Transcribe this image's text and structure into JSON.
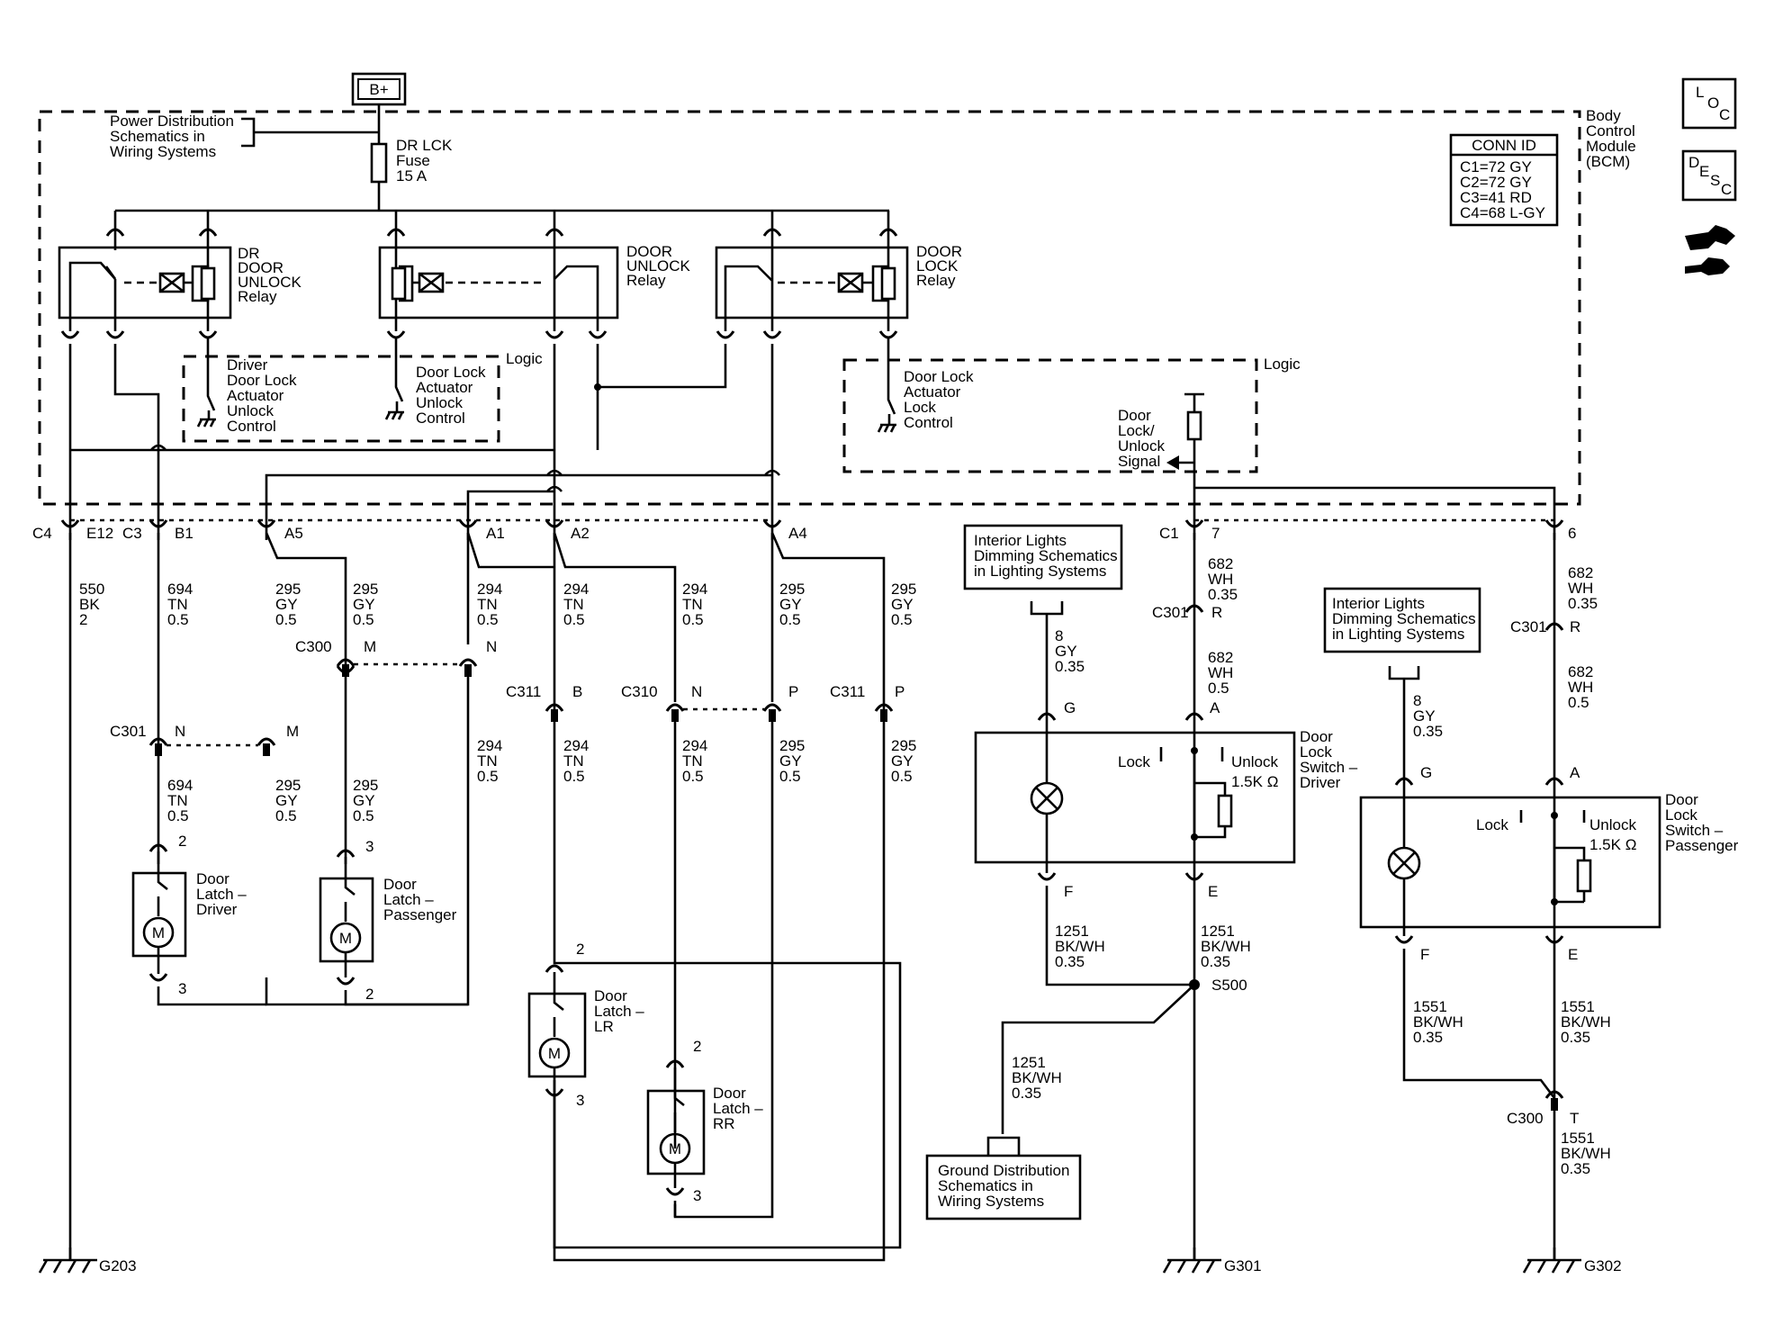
{
  "power": {
    "label": "B+"
  },
  "fuse": {
    "l1": "DR LCK",
    "l2": "Fuse",
    "l3": "15 A"
  },
  "power_ref": {
    "l1": "Power Distribution",
    "l2": "Schematics in",
    "l3": "Wiring Systems"
  },
  "bcm": {
    "l1": "Body",
    "l2": "Control",
    "l3": "Module",
    "l4": "(BCM)"
  },
  "conn_id": {
    "title": "CONN ID",
    "l1": "C1=72 GY",
    "l2": "C2=72 GY",
    "l3": "C3=41 RD",
    "l4": "C4=68 L-GY"
  },
  "icons": {
    "loc_l": "L",
    "loc_o": "O",
    "loc_c": "C",
    "desc_d": "D",
    "desc_e": "E",
    "desc_s": "S",
    "desc_c": "C",
    "repair": "wrench-icon"
  },
  "relays": {
    "dr_unlock": {
      "l1": "DR",
      "l2": "DOOR",
      "l3": "UNLOCK",
      "l4": "Relay"
    },
    "unlock": {
      "l1": "DOOR",
      "l2": "UNLOCK",
      "l3": "Relay"
    },
    "lock": {
      "l1": "DOOR",
      "l2": "LOCK",
      "l3": "Relay"
    }
  },
  "logic": {
    "label": "Logic",
    "driver_ctrl": {
      "l1": "Driver",
      "l2": "Door Lock",
      "l3": "Actuator",
      "l4": "Unlock",
      "l5": "Control"
    },
    "unlock_ctrl": {
      "l1": "Door Lock",
      "l2": "Actuator",
      "l3": "Unlock",
      "l4": "Control"
    },
    "lock_ctrl": {
      "l1": "Door Lock",
      "l2": "Actuator",
      "l3": "Lock",
      "l4": "Control"
    },
    "signal": {
      "l1": "Door",
      "l2": "Lock/",
      "l3": "Unlock",
      "l4": "Signal"
    }
  },
  "connectors": {
    "c4": "C4",
    "e12": "E12",
    "c3": "C3",
    "b1": "B1",
    "a5": "A5",
    "a1": "A1",
    "a2": "A2",
    "a4": "A4",
    "c1": "C1",
    "p7": "7",
    "p6": "6"
  },
  "wires": {
    "w550": {
      "n": "550",
      "c": "BK",
      "s": "2"
    },
    "w694": {
      "n": "694",
      "c": "TN",
      "s": "0.5"
    },
    "w295": {
      "n": "295",
      "c": "GY",
      "s": "0.5"
    },
    "w294": {
      "n": "294",
      "c": "TN",
      "s": "0.5"
    },
    "w682a": {
      "n": "682",
      "c": "WH",
      "s": "0.35"
    },
    "w682b": {
      "n": "682",
      "c": "WH",
      "s": "0.5"
    },
    "w8": {
      "n": "8",
      "c": "GY",
      "s": "0.35"
    },
    "w1251": {
      "n": "1251",
      "c": "BK/WH",
      "s": "0.35"
    },
    "w1551": {
      "n": "1551",
      "c": "BK/WH",
      "s": "0.35"
    }
  },
  "inline": {
    "c300": "C300",
    "c301": "C301",
    "c310": "C310",
    "c311": "C311",
    "m": "M",
    "n": "N",
    "b": "B",
    "p": "P",
    "r": "R",
    "t": "T"
  },
  "latches": {
    "driver": {
      "l1": "Door",
      "l2": "Latch –",
      "l3": "Driver"
    },
    "passenger": {
      "l1": "Door",
      "l2": "Latch –",
      "l3": "Passenger"
    },
    "lr": {
      "l1": "Door",
      "l2": "Latch –",
      "l3": "LR"
    },
    "rr": {
      "l1": "Door",
      "l2": "Latch –",
      "l3": "RR"
    },
    "pin2": "2",
    "pin3": "3",
    "motor": "M"
  },
  "refs": {
    "interior": {
      "l1": "Interior Lights",
      "l2": "Dimming Schematics",
      "l3": "in Lighting Systems"
    },
    "ground": {
      "l1": "Ground Distribution",
      "l2": "Schematics in",
      "l3": "Wiring Systems"
    }
  },
  "switches": {
    "driver": {
      "l1": "Door",
      "l2": "Lock",
      "l3": "Switch –",
      "l4": "Driver"
    },
    "passenger": {
      "l1": "Door",
      "l2": "Lock",
      "l3": "Switch –",
      "l4": "Passenger"
    },
    "lock": "Lock",
    "unlock": "Unlock",
    "res": "1.5K Ω",
    "g": "G",
    "a": "A",
    "f": "F",
    "e": "E"
  },
  "splice": "S500",
  "grounds": {
    "g203": "G203",
    "g301": "G301",
    "g302": "G302"
  }
}
